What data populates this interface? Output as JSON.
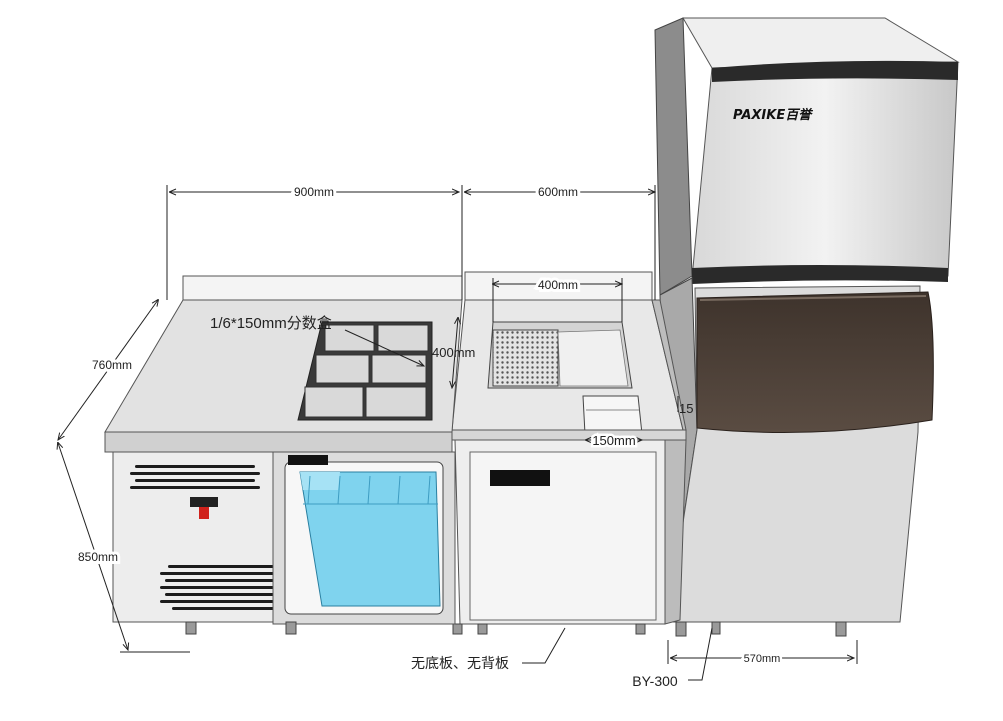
{
  "dimensions": {
    "counter_width": "900mm",
    "sink_width": "600mm",
    "depth": "760mm",
    "height": "850mm",
    "basin_width": "400mm",
    "basin_depth": "400mm",
    "gastronorm_label": "1/6*150mm分数盒",
    "small_basin_width": "150mm",
    "small_basin_height": "15",
    "ice_machine_width": "570mm"
  },
  "notes": {
    "no_panels": "无底板、无背板",
    "model": "BY-300",
    "brand": "PAXIKE百誉"
  },
  "colors": {
    "steel_light": "#e6e6e6",
    "steel_mid": "#cfcfcf",
    "steel_dark": "#9a9a9a",
    "glass": "#7fd3ee",
    "bin_brown": "#4a3d35",
    "vent": "#1c1c1c",
    "switch_red": "#d0221c"
  }
}
